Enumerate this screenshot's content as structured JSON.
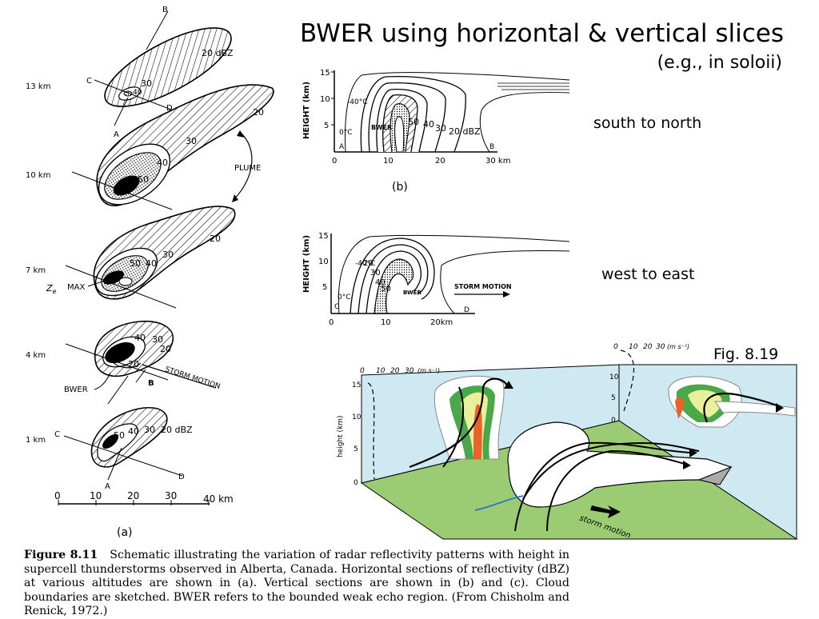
{
  "slide": {
    "title": "BWER using horizontal & vertical slices",
    "subtitle": "(e.g., in soloii)",
    "note_south_north": "south to north",
    "note_west_east": "west to east",
    "fig_label_8_19": "Fig. 8.19"
  },
  "panel_a": {
    "letter_b": "B",
    "letter_c": "C",
    "letter_a": "A",
    "letter_d": "D",
    "alt_13": "13 km",
    "alt_10": "10 km",
    "alt_7": "7 km",
    "alt_4": "4 km",
    "alt_1": "1 km",
    "label_20dbz_top": "20 dBZ",
    "label_30": "30",
    "label_40": "40",
    "label_50": "50",
    "label_20": "20",
    "plume": "PLUME",
    "ze_max": "Z",
    "ze_sub": "e",
    "max": "MAX",
    "bwer": "BWER",
    "storm_motion": "STORM MOTION",
    "label_20dbz_bottom": "20 dBZ",
    "axis_ticks": [
      "0",
      "10",
      "20",
      "30",
      "40 km"
    ],
    "panel_label": "(a)"
  },
  "panel_b": {
    "ylabel": "HEIGHT (km)",
    "y_ticks": [
      "15",
      "10",
      "5"
    ],
    "x_ticks": [
      "0",
      "10",
      "20",
      "30 km"
    ],
    "minus40": "-40°C",
    "zero_c": "0°C",
    "bwer": "BWER",
    "contours": [
      "50",
      "40",
      "30",
      "20 dBZ"
    ],
    "end_a": "A",
    "end_b": "B",
    "panel_label": "(b)"
  },
  "panel_c": {
    "ylabel": "HEIGHT (km)",
    "y_ticks": [
      "15",
      "10",
      "5"
    ],
    "x_ticks": [
      "0",
      "10",
      "20km"
    ],
    "minus40": "-40°C",
    "zero_c": "0°C",
    "contours": [
      "20",
      "30",
      "40",
      "50"
    ],
    "bwer": "BWER",
    "storm_motion": "STORM MOTION",
    "end_c": "C",
    "end_d": "D"
  },
  "panel_819": {
    "left_ticks": [
      "0",
      "10",
      "20",
      "30"
    ],
    "right_ticks": [
      "0",
      "10",
      "20",
      "30"
    ],
    "unit": "(m s⁻¹)",
    "height_ticks": [
      "15",
      "10",
      "5",
      "0"
    ],
    "right_height_ticks": [
      "10",
      "5",
      "0"
    ],
    "height_label": "height (km)",
    "storm_motion": "storm motion",
    "colors": {
      "wall": "#cfe9f2",
      "floor": "#9bcb73",
      "green": "#4aa84a",
      "yellow": "#e9ef9a",
      "red": "#e8622a"
    }
  },
  "caption": {
    "figure_label": "Figure 8.11",
    "text": "Schematic illustrating the variation of radar reflectivity patterns with height in supercell thunderstorms observed in Alberta, Canada. Horizontal sections of reflectivity (dBZ) at various altitudes are shown in (a). Vertical sections are shown in (b) and (c). Cloud boundaries are sketched. BWER refers to the bounded weak echo region. (From Chisholm and Renick, 1972.)"
  }
}
